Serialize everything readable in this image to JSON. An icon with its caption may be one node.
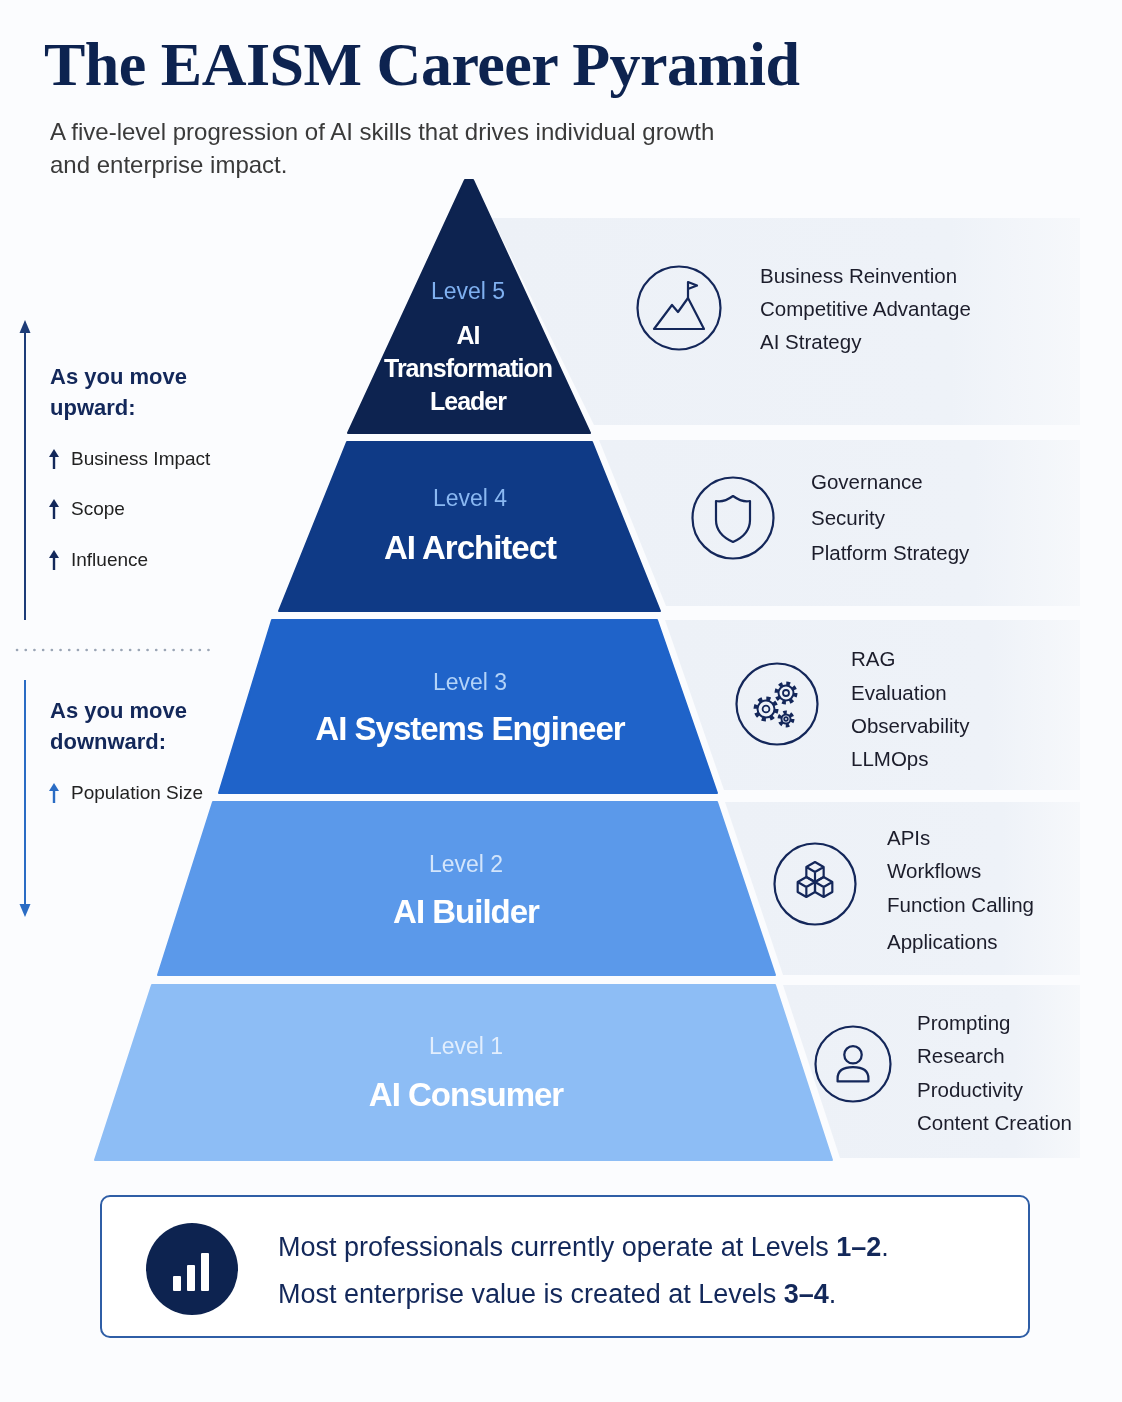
{
  "diagram": {
    "title": "The EAISM Career Pyramid",
    "nodes": [
      {
        "text": [
          "Level 5",
          "AI Transformation Leader"
        ]
      },
      {
        "text": [
          "Business Reinvention",
          "Competitive Advantage",
          "AI Strategy"
        ]
      },
      {
        "text": [
          "Level 4",
          "AI Architect"
        ]
      },
      {
        "text": [
          "Governance",
          "Security",
          "Platform Strategy"
        ]
      },
      {
        "text": [
          "Level 3",
          "AI Systems Engineer"
        ]
      },
      {
        "text": [
          "RAG",
          "Evaluation",
          "Observability",
          "LLMOps"
        ]
      },
      {
        "text": [
          "Level 2",
          "AI Builder"
        ]
      },
      {
        "text": [
          "APIs",
          "Workflows",
          "Function Calling",
          "Applications"
        ]
      },
      {
        "text": [
          "Level 1",
          "AI Consumer"
        ]
      },
      {
        "text": [
          "Prompting",
          "Research",
          "Productivity",
          "Content Creation"
        ]
      },
      {
        "text": [
          "Most professionals currently operate at Levels **1–2**.",
          "Most enterprise value is created at Levels **3–4**."
        ]
      }
    ],
    "labels": [
      "A five-level progression of AI skills that drives individual growth and enterprise impact.",
      "As you move upward:",
      "Business Impact",
      "Scope",
      "Influence",
      "As you move downward:",
      "Population Size"
    ]
  }
}
